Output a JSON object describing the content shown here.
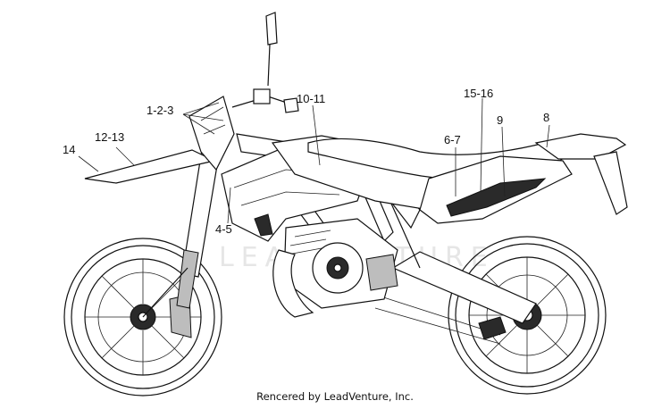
{
  "callouts": {
    "c_1_2_3": "1-2-3",
    "c_10_11": "10-11",
    "c_15_16": "15-16",
    "c_8": "8",
    "c_12_13": "12-13",
    "c_14": "14",
    "c_6_7": "6-7",
    "c_9": "9",
    "c_4_5": "4-5"
  },
  "watermark": "LEADVENTURE",
  "credit": "Rencered by LeadVenture, Inc."
}
